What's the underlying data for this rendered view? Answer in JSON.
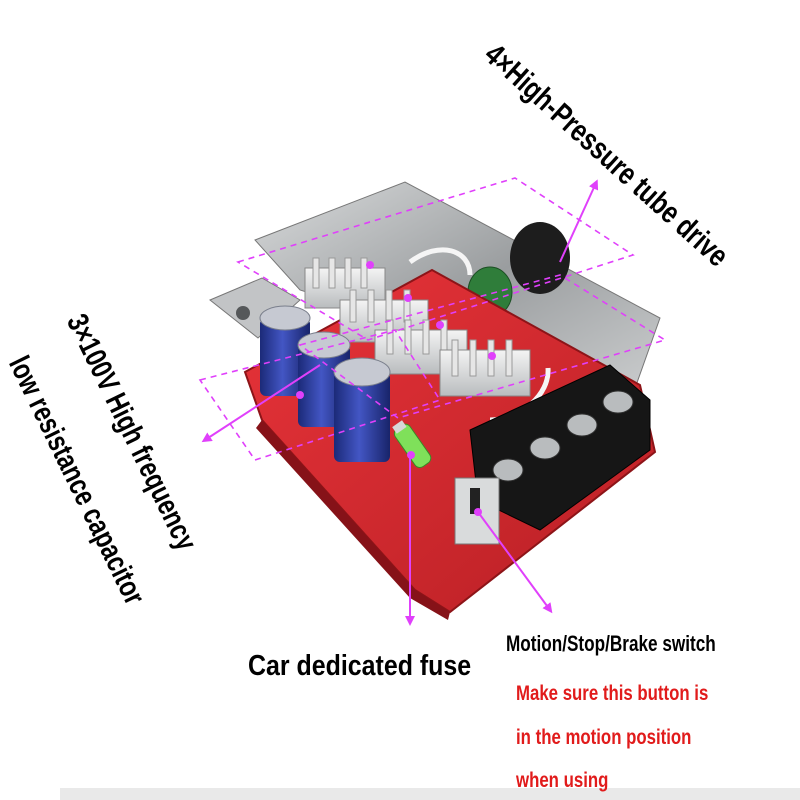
{
  "labels": {
    "tube_drive": "4×High-Pressure tube drive",
    "capacitor_line1": "3×100V High frequency",
    "capacitor_line2": "low resistance capacitor",
    "fuse": "Car dedicated fuse",
    "switch": "Motion/Stop/Brake switch"
  },
  "warning_lines": [
    "Make sure this button is",
    "in the motion position",
    "when using"
  ],
  "colors": {
    "annotation": "#e040fb",
    "warning_text": "#e11b1b",
    "label_text": "#000000",
    "pcb_red": "#d3262a"
  }
}
